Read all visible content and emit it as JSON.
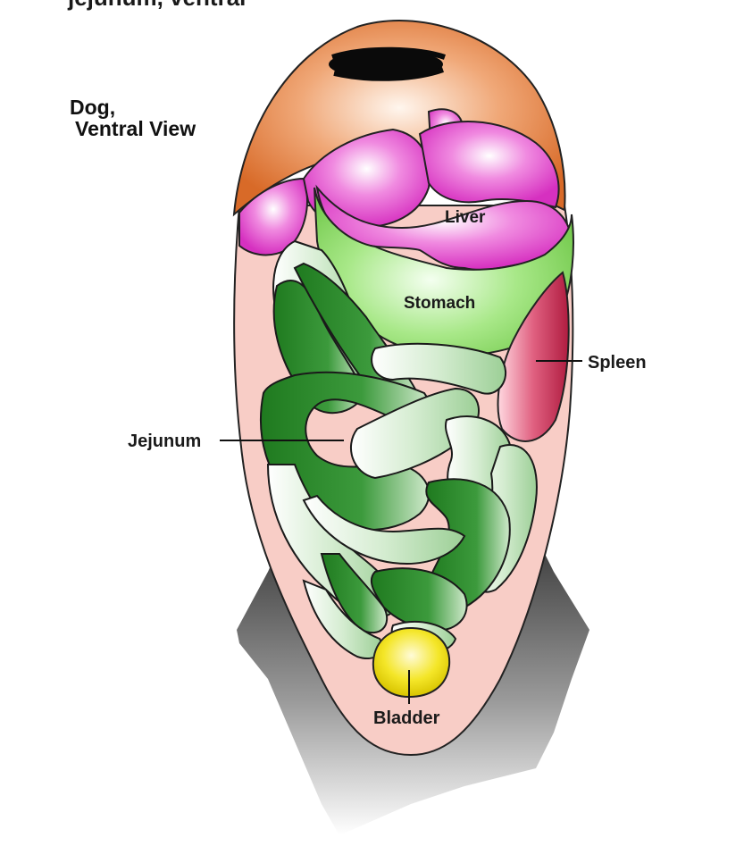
{
  "header_fragment": "jejunum, ventral",
  "title": {
    "line1": "Dog,",
    "line2": "Ventral View"
  },
  "labels": {
    "liver": "Liver",
    "stomach": "Stomach",
    "spleen": "Spleen",
    "jejunum": "Jejunum",
    "bladder": "Bladder"
  },
  "colors": {
    "diaphragm": "#e07a3c",
    "liver": "#e040c8",
    "stomach": "#8fdc6a",
    "spleen": "#c8284e",
    "jejunum_dark": "#2f8a2f",
    "jejunum_light": "#cfe8cc",
    "bladder": "#f2e21a",
    "body_wall": "#f8c8c0",
    "shadow": "#7a7a7a"
  }
}
